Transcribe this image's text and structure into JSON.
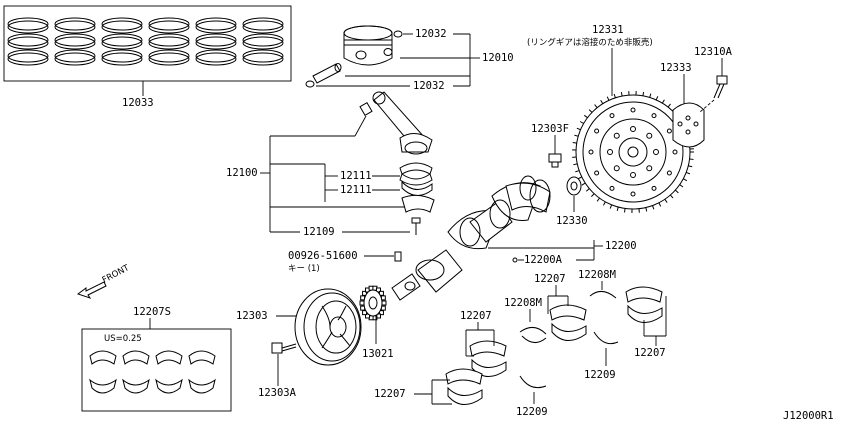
{
  "diagram": {
    "code": "J12000R1",
    "labels": {
      "rings": "12033",
      "piston_pin_clip_top": "12032",
      "piston_assy": "12010",
      "piston_pin_clip_bottom": "12032",
      "flywheel": "12331",
      "flywheel_note": "(リングギアは溶接のため非販売)",
      "flywheel_bolt": "12310A",
      "flywheel_plate": "12333",
      "pilot_bolt": "12303F",
      "pilot_bushing": "12330",
      "conrod_assy": "12100",
      "conrod_bearing_upper": "12111",
      "conrod_bearing_lower": "12111",
      "conrod_bolt": "12109",
      "key_part": "00926-51600",
      "key_qty": "キー (1)",
      "crankshaft": "12200",
      "crank_plug": "12200A",
      "main_bearing_set": "12207S",
      "undersize": "US=0.25",
      "front": "FRONT",
      "pulley": "12303",
      "pulley_bolt": "12303A",
      "sprocket": "13021",
      "main_bearing_a": "12207",
      "main_bearing_b": "12207",
      "main_bearing_c": "12207",
      "main_bearing_d": "12207",
      "thrust_a": "12208M",
      "thrust_b": "12208M",
      "thrust_washer_a": "12209",
      "thrust_washer_b": "12209"
    }
  }
}
